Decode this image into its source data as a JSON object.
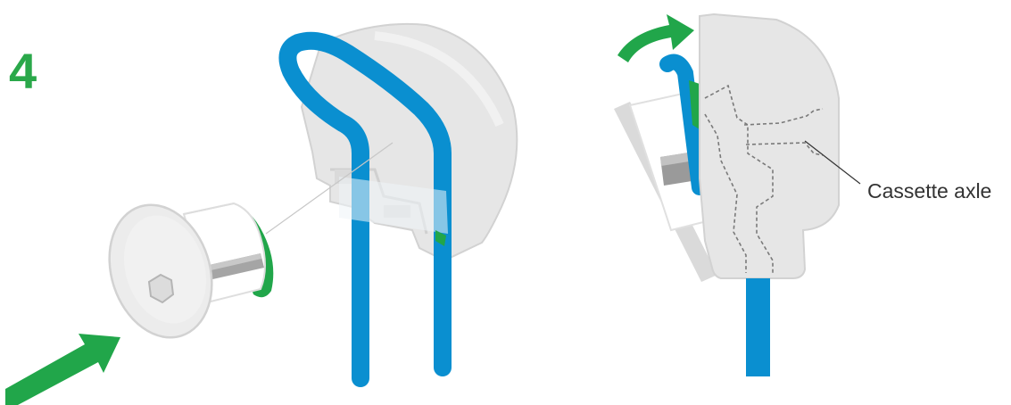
{
  "step": {
    "number": "4"
  },
  "callout": {
    "label": "Cassette axle"
  },
  "colors": {
    "step_green": "#2aa84a",
    "arrow_green": "#21a64a",
    "clip_blue": "#0a8fd0",
    "housing_grey": "#e6e6e6",
    "outline_grey": "#c9c9c9",
    "text_dark": "#333333"
  },
  "icons": {
    "push_arrow": "arrow-up-right",
    "rotate_arrow": "curved-arrow-clockwise"
  }
}
